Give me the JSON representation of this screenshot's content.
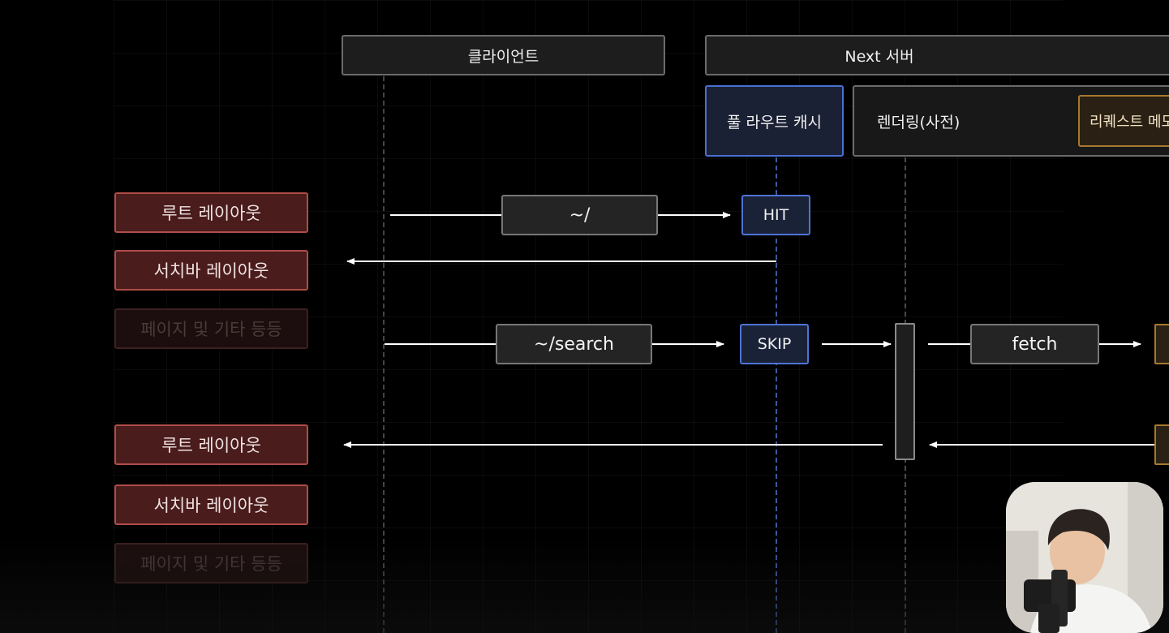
{
  "headers": {
    "client": "클라이언트",
    "server": "Next 서버"
  },
  "server_parts": {
    "full_route_cache": "풀 라우트 캐시",
    "rendering": "렌더링(사전)",
    "request_memo": "리퀘스트 메모"
  },
  "layouts_top": [
    {
      "label": "루트 레이아웃"
    },
    {
      "label": "서치바 레이아웃"
    },
    {
      "label": "페이지 및 기타 등등"
    }
  ],
  "layouts_bottom": [
    {
      "label": "루트 레이아웃"
    },
    {
      "label": "서치바 레이아웃"
    },
    {
      "label": "페이지 및 기타 등등"
    }
  ],
  "requests": {
    "root_path": "~/",
    "search_path": "~/search",
    "fetch": "fetch"
  },
  "statuses": {
    "hit": "HIT",
    "skip": "SKIP"
  },
  "colors": {
    "background": "#000000",
    "layout_fill": "#4a1c1c",
    "layout_border": "#b04d48",
    "cache_border": "#4a6fd1",
    "memo_border": "#a8782e",
    "arrow": "#ffffff"
  }
}
